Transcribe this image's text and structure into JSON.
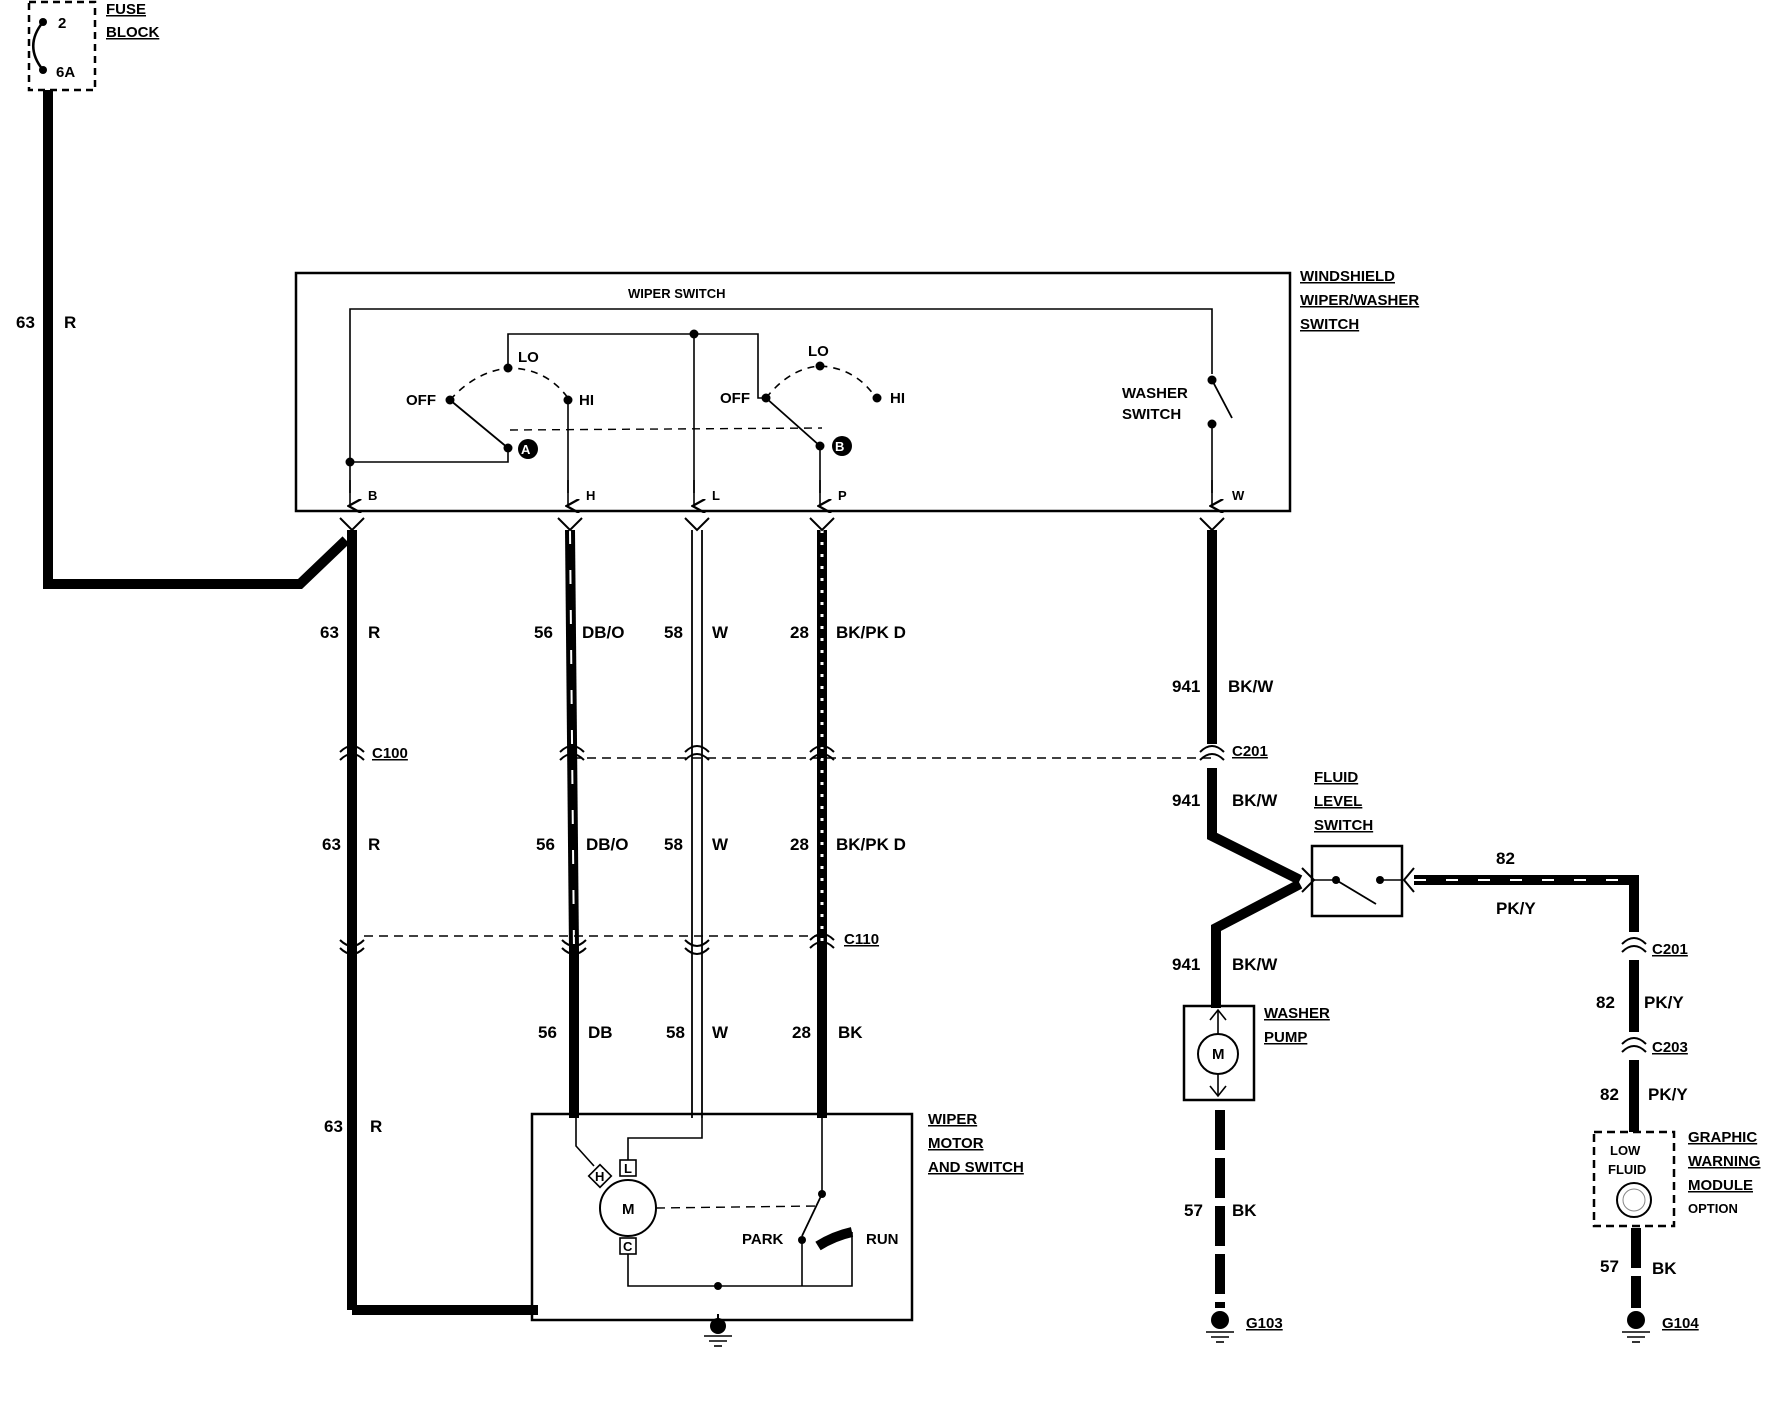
{
  "colors": {
    "ink": "#000000",
    "paper": "#ffffff"
  },
  "fuse_block": {
    "title_1": "FUSE",
    "title_2": "BLOCK",
    "top": "2",
    "bottom": "6A"
  },
  "wiper_switch": {
    "title": "WIPER SWITCH",
    "off_a": "OFF",
    "lo_a": "LO",
    "hi_a": "HI",
    "node_a": "A",
    "off_b": "OFF",
    "lo_b": "LO",
    "hi_b": "HI",
    "node_b": "B",
    "washer_1": "WASHER",
    "washer_2": "SWITCH",
    "pins": {
      "b": "B",
      "h": "H",
      "l": "L",
      "p": "P",
      "w": "W"
    }
  },
  "windshield_title": {
    "line1": "WINDSHIELD",
    "line2": "WIPER/WASHER",
    "line3": "SWITCH"
  },
  "wires": {
    "w63_top": {
      "num": "63",
      "color": "R"
    },
    "w63_a": {
      "num": "63",
      "color": "R"
    },
    "w63_b": {
      "num": "63",
      "color": "R"
    },
    "w63_c": {
      "num": "63",
      "color": "R"
    },
    "w56_a": {
      "num": "56",
      "color": "DB/O"
    },
    "w56_b": {
      "num": "56",
      "color": "DB/O"
    },
    "w56_c": {
      "num": "56",
      "color": "DB"
    },
    "w58_a": {
      "num": "58",
      "color": "W"
    },
    "w58_b": {
      "num": "58",
      "color": "W"
    },
    "w58_c": {
      "num": "58",
      "color": "W"
    },
    "w28_a": {
      "num": "28",
      "color": "BK/PK D"
    },
    "w28_b": {
      "num": "28",
      "color": "BK/PK D"
    },
    "w28_c": {
      "num": "28",
      "color": "BK"
    },
    "w941_a": {
      "num": "941",
      "color": "BK/W"
    },
    "w941_b": {
      "num": "941",
      "color": "BK/W"
    },
    "w941_c": {
      "num": "941",
      "color": "BK/W"
    },
    "w57_a": {
      "num": "57",
      "color": "BK"
    },
    "w57_b": {
      "num": "57",
      "color": "BK"
    },
    "w82_a": {
      "num": "82",
      "color": "PK/Y"
    },
    "w82_b": {
      "num": "82",
      "color": "PK/Y"
    },
    "w82_c": {
      "num": "82",
      "color": "PK/Y"
    }
  },
  "connectors": {
    "c100": "C100",
    "c110": "C110",
    "c201_left": "C201",
    "c201_right": "C201",
    "c203": "C203"
  },
  "fluid_level": {
    "line1": "FLUID",
    "line2": "LEVEL",
    "line3": "SWITCH"
  },
  "washer_pump": {
    "line1": "WASHER",
    "line2": "PUMP",
    "motor": "M"
  },
  "wiper_motor": {
    "line1": "WIPER",
    "line2": "MOTOR",
    "line3": "AND SWITCH",
    "motor": "M",
    "h": "H",
    "l": "L",
    "c": "C",
    "park": "PARK",
    "run": "RUN"
  },
  "grounds": {
    "g103": "G103",
    "g104": "G104"
  },
  "gwm": {
    "line1": "GRAPHIC",
    "line2": "WARNING",
    "line3": "MODULE",
    "option": "OPTION",
    "low": "LOW",
    "fluid": "FLUID"
  }
}
